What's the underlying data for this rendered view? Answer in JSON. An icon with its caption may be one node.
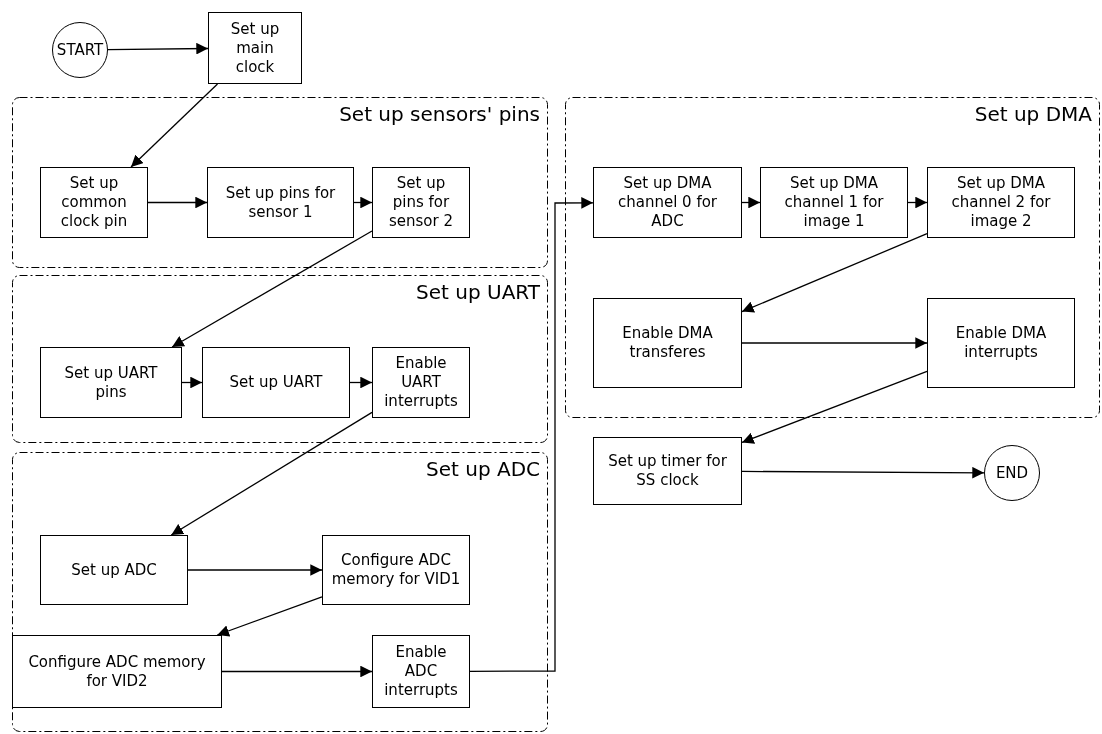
{
  "diagram": {
    "nodes": [
      {
        "text": [
          "START"
        ]
      },
      {
        "text": [
          "Set up main clock"
        ]
      },
      {
        "text": [
          "Set up sensors' pins"
        ]
      },
      {
        "text": [
          "Set up common clock pin"
        ],
        "in": 2
      },
      {
        "text": [
          "Set up pins for sensor 1"
        ],
        "in": 2
      },
      {
        "text": [
          "Set up pins for sensor 2"
        ],
        "in": 2
      },
      {
        "text": [
          "Set up UART"
        ]
      },
      {
        "text": [
          "Set up UART pins"
        ],
        "in": 6
      },
      {
        "text": [
          "Set up UART"
        ],
        "in": 6
      },
      {
        "text": [
          "Enable UART interrupts"
        ],
        "in": 6
      },
      {
        "text": [
          "Set up ADC"
        ]
      },
      {
        "text": [
          "Set up ADC"
        ],
        "in": 10
      },
      {
        "text": [
          "Configure ADC memory for VID1"
        ],
        "in": 10
      },
      {
        "text": [
          "Configure ADC memory for VID2"
        ],
        "in": 10
      },
      {
        "text": [
          "Enable ADC interrupts"
        ],
        "in": 10
      },
      {
        "text": [
          "Set up DMA"
        ]
      },
      {
        "text": [
          "Set up DMA channel 0 for ADC"
        ],
        "in": 15
      },
      {
        "text": [
          "Set up DMA channel 1 for image 1"
        ],
        "in": 15
      },
      {
        "text": [
          "Set up DMA channel 2 for image 2"
        ],
        "in": 15
      },
      {
        "text": [
          "Enable DMA transferes"
        ],
        "in": 15
      },
      {
        "text": [
          "Enable DMA interrupts"
        ],
        "in": 15
      },
      {
        "text": [
          "Set up timer for SS clock"
        ]
      },
      {
        "text": [
          "END"
        ]
      }
    ],
    "edges": [
      {
        "from": 0,
        "to": 1,
        "arrow": "to"
      },
      {
        "from": 1,
        "to": 3,
        "arrow": "to"
      },
      {
        "from": 3,
        "to": 4,
        "arrow": "to"
      },
      {
        "from": 4,
        "to": 5,
        "arrow": "to"
      },
      {
        "from": 5,
        "to": 7,
        "arrow": "to"
      },
      {
        "from": 7,
        "to": 8,
        "arrow": "to"
      },
      {
        "from": 8,
        "to": 9,
        "arrow": "to"
      },
      {
        "from": 9,
        "to": 11,
        "arrow": "to"
      },
      {
        "from": 11,
        "to": 12,
        "arrow": "to"
      },
      {
        "from": 12,
        "to": 13,
        "arrow": "to"
      },
      {
        "from": 13,
        "to": 14,
        "arrow": "to"
      },
      {
        "from": 14,
        "to": 16,
        "arrow": "to"
      },
      {
        "from": 16,
        "to": 17,
        "arrow": "to"
      },
      {
        "from": 17,
        "to": 18,
        "arrow": "to"
      },
      {
        "from": 18,
        "to": 19,
        "arrow": "to"
      },
      {
        "from": 19,
        "to": 20,
        "arrow": "to"
      },
      {
        "from": 20,
        "to": 21,
        "arrow": "to"
      },
      {
        "from": 21,
        "to": 22,
        "arrow": "to"
      }
    ]
  }
}
